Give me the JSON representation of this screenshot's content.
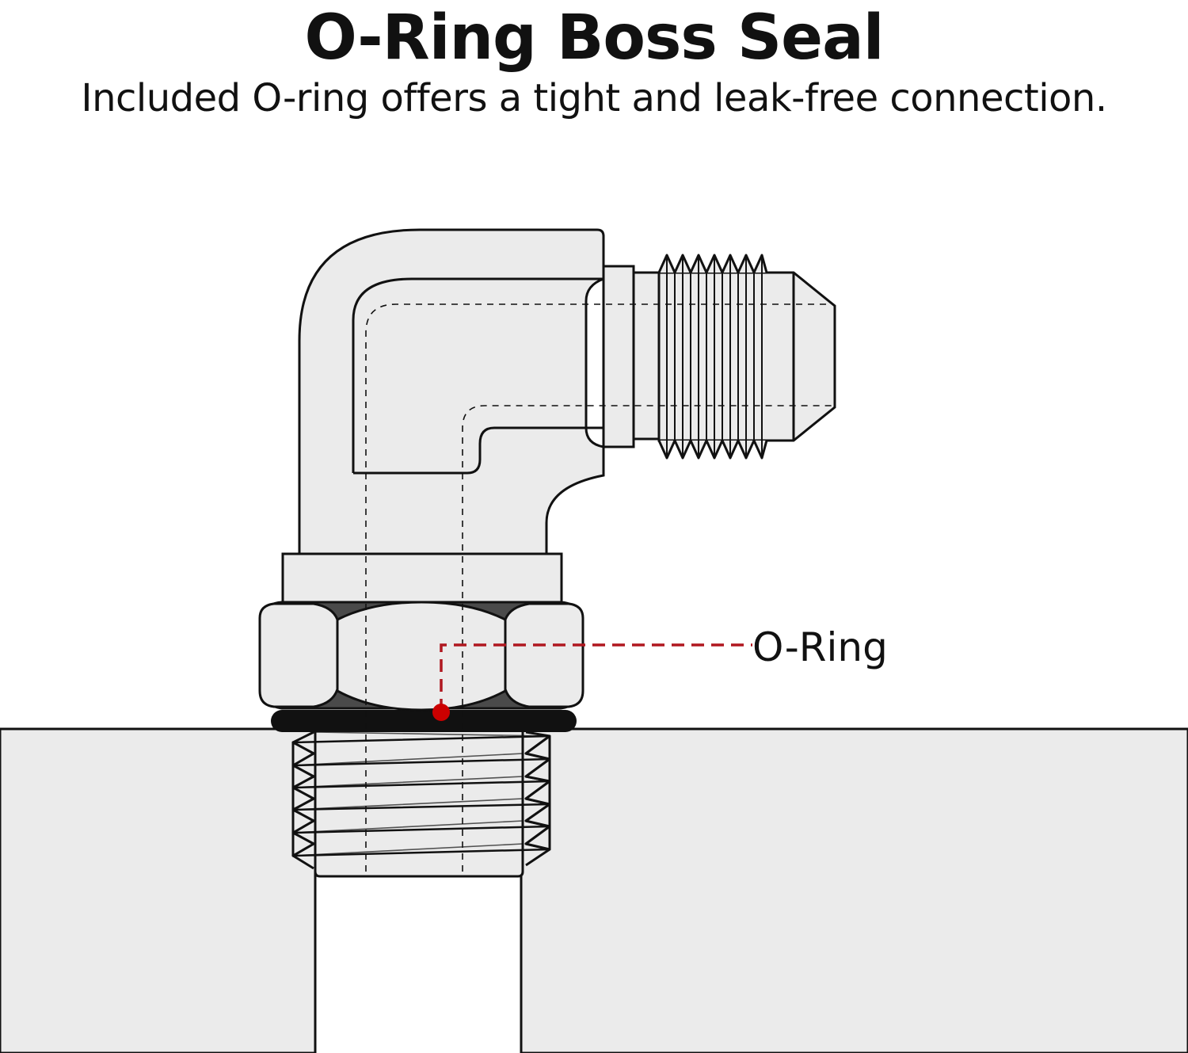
{
  "title": "O-Ring Boss Seal",
  "subtitle": "Included O-ring offers a tight and leak-free connection.",
  "callout": {
    "label": "O-Ring"
  },
  "colors": {
    "body_fill": "#ebebeb",
    "dark_facet": "#4a4a4a",
    "outline": "#111111",
    "o_ring": "#111111",
    "callout": "#b0171f",
    "base_fill": "#ebebeb"
  }
}
